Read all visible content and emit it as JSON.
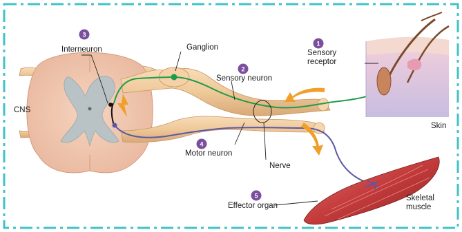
{
  "colors": {
    "frame_dash": "#3fc3c8",
    "cns_tissue": "#f2c7b0",
    "gray_matter": "#b9c3c6",
    "nerve_tissue": "#efc999",
    "sensory_neuron": "#1f9b4a",
    "motor_neuron": "#5a57a6",
    "interneuron": "#111111",
    "arrow": "#f0a02a",
    "number_badge": "#7b4f9e",
    "skin_surface": "#f0c9d5",
    "skin_dermis": "#cfc2e3",
    "muscle": "#c43b3b"
  },
  "labels": {
    "cns": "CNS",
    "interneuron": "Interneuron",
    "ganglion": "Ganglion",
    "sensory_neuron": "Sensory neuron",
    "sensory_receptor_line1": "Sensory",
    "sensory_receptor_line2": "receptor",
    "skin": "Skin",
    "motor_neuron": "Motor neuron",
    "nerve": "Nerve",
    "effector_organ": "Effector organ",
    "skeletal_muscle_line1": "Skeletal",
    "skeletal_muscle_line2": "muscle"
  },
  "badges": {
    "b1": "1",
    "b2": "2",
    "b3": "3",
    "b4": "4",
    "b5": "5"
  }
}
